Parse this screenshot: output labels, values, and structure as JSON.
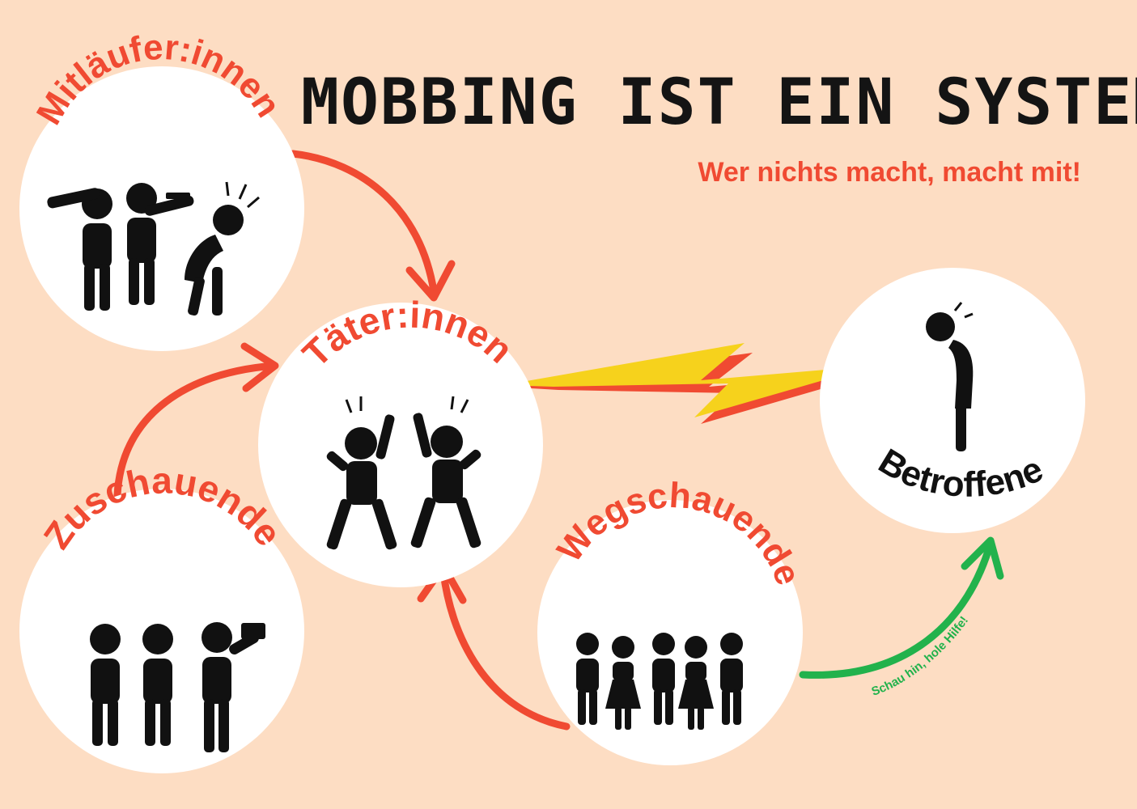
{
  "title": "MOBBING IST EIN SYSTEM",
  "subtitle": "Wer nichts macht, macht mit!",
  "roles": {
    "mitlaeufer": "Mitläufer:innen",
    "taeter": "Täter:innen",
    "betroffene": "Betroffene",
    "zuschauende": "Zuschauende",
    "wegschauende": "Wegschauende"
  },
  "help_label": "Schau hin, hole Hilfe!",
  "colors": {
    "background": "#FDDDC3",
    "circle": "#FFFFFF",
    "label_red": "#F04A32",
    "arrow_red": "#F04A32",
    "arrow_green": "#22B24C",
    "bolt_yellow": "#F6D21C",
    "bolt_red": "#F04A32",
    "figure": "#111111"
  }
}
